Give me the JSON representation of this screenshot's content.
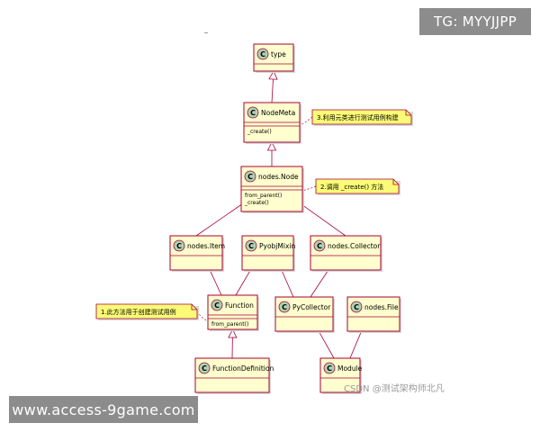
{
  "watermarks": {
    "top_right": "TG: MYYJJPP",
    "bottom_left": "www.access-9game.com",
    "csdn": "CSDN @测试架构师北凡"
  },
  "colors": {
    "class_fill": "#fefece",
    "class_border": "#a80036",
    "note_fill": "#fbfb77",
    "note_border": "#a80036",
    "circle_fill": "#add1b2",
    "arrow": "#a80036"
  },
  "classes": {
    "type": {
      "name": "type",
      "methods": []
    },
    "nodemeta": {
      "name": "NodeMeta",
      "methods": [
        "_create()"
      ]
    },
    "node": {
      "name": "nodes.Node",
      "methods": [
        "from_parent()",
        "_create()"
      ]
    },
    "item": {
      "name": "nodes.Item",
      "methods": []
    },
    "pyobjmixin": {
      "name": "PyobjMixin",
      "methods": []
    },
    "collector": {
      "name": "nodes.Collector",
      "methods": []
    },
    "function": {
      "name": "Function",
      "methods": [
        "from_parent()"
      ]
    },
    "pycollector": {
      "name": "PyCollector",
      "methods": []
    },
    "file": {
      "name": "nodes.File",
      "methods": []
    },
    "functiondefinition": {
      "name": "FunctionDefinition",
      "methods": []
    },
    "module": {
      "name": "Module",
      "methods": []
    }
  },
  "notes": {
    "note1": "1.此方法用于创建测试用例",
    "note2": "2.调用 _create() 方法",
    "note3": "3.利用元类进行测试用例构建"
  }
}
